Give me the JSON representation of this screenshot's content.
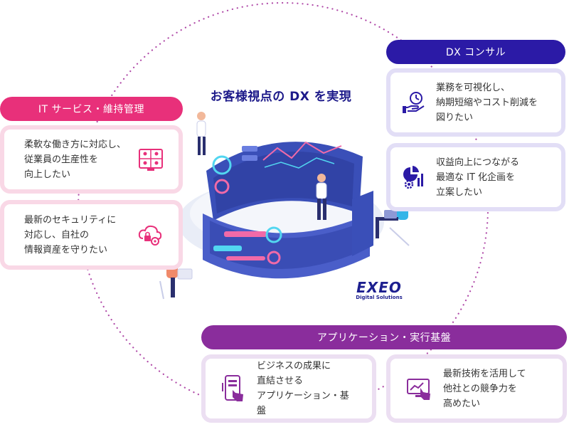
{
  "title": "お客様視点の DX を実現",
  "categories": {
    "dx": {
      "label": "DX コンサル"
    },
    "it": {
      "label": "IT サービス・維持管理"
    },
    "app": {
      "label": "アプリケーション・実行基盤"
    }
  },
  "cards": {
    "it1": "柔軟な働き方に対応し、\n従業員の生産性を\n向上したい",
    "it2": "最新のセキュリティに\n対応し、自社の\n情報資産を守りたい",
    "dx1": "業務を可視化し、\n納期短縮やコスト削減を\n図りたい",
    "dx2": "収益向上につながる\n最適な IT 化企画を\n立案したい",
    "app1": "ビジネスの成果に\n直結させる\nアプリケーション・基盤",
    "app2": "最新技術を活用して\n他社との競争力を\n高めたい"
  },
  "logo": {
    "text": "EXEO",
    "sub": "Digital Solutions"
  },
  "colors": {
    "dx": "#2b1aa6",
    "it": "#e8307a",
    "app": "#8a2d9c",
    "title": "#1d1a8a"
  }
}
